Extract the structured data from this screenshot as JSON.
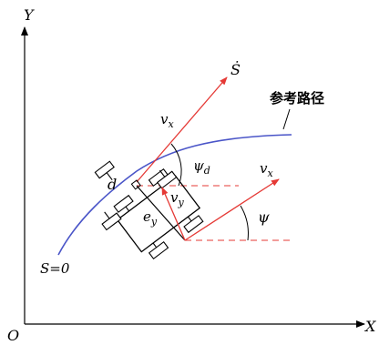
{
  "labels": {
    "y_axis": "Y",
    "x_axis": "X",
    "origin": "O",
    "s_dot": "Ṡ",
    "reference_path": "参考路径",
    "s_zero": "S=0",
    "d": "d",
    "psi": "ψ",
    "psi_d_base": "ψ",
    "psi_d_sub": "d",
    "vx_base": "v",
    "vx_sub": "x",
    "vy_base": "v",
    "vy_sub": "y",
    "ey_base": "e",
    "ey_sub": "y"
  },
  "colors": {
    "axis": "#000000",
    "path": "#4a55c8",
    "vector": "#e53935",
    "dashed": "#e53935",
    "body": "#000000"
  }
}
